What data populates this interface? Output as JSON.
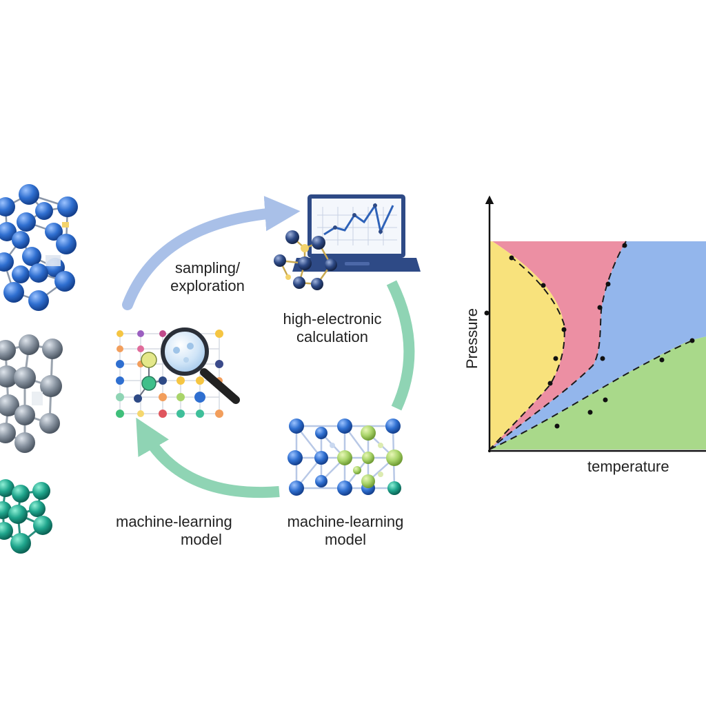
{
  "cycle": {
    "sampling_line1": "sampling/",
    "sampling_line2": "exploration",
    "calc_line1": "high-electronic",
    "calc_line2": "calculation",
    "model_right_line1": "machine-learning",
    "model_right_line2": "model",
    "model_left_line1": "machine-learning",
    "model_left_line2": "model"
  },
  "phase_diagram": {
    "xlabel": "temperature",
    "ylabel": "Pressure"
  },
  "colors": {
    "arrow_blue": "#a9c0e8",
    "arrow_green": "#8fd4b4",
    "phase_yellow": "#f8e27c",
    "phase_pink": "#ec8fa3",
    "phase_blue": "#93b6ec",
    "phase_green": "#a9d98a",
    "atom_blue": "#2f6fd0",
    "atom_gray": "#8893a0",
    "atom_teal": "#1fa58c",
    "laptop": "#2e4a86"
  },
  "icons": {
    "search": "magnifier-icon",
    "laptop": "laptop-icon"
  }
}
